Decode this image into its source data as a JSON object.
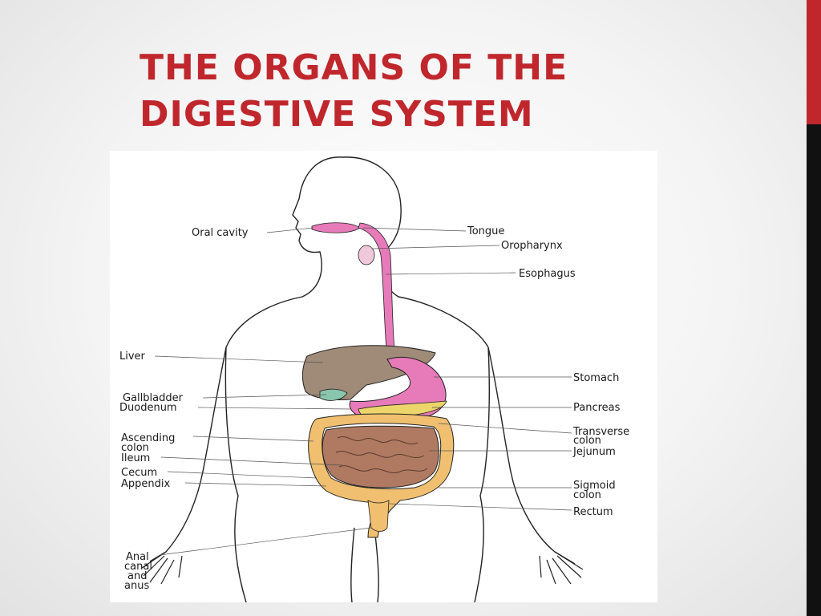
{
  "slide": {
    "title": "THE ORGANS OF THE DIGESTIVE SYSTEM",
    "colors": {
      "accent": "#c0272d",
      "edge_bar": "#111111",
      "background": "#f4f4f4"
    }
  },
  "diagram": {
    "labels": {
      "oral_cavity": "Oral cavity",
      "tongue": "Tongue",
      "oropharynx": "Oropharynx",
      "esophagus": "Esophagus",
      "liver": "Liver",
      "stomach": "Stomach",
      "gallbladder": "Gallbladder",
      "duodenum": "Duodenum",
      "pancreas": "Pancreas",
      "ascending_colon": [
        "Ascending",
        "colon"
      ],
      "transverse_colon": [
        "Transverse",
        "colon"
      ],
      "ileum": "Ileum",
      "jejunum": "Jejunum",
      "cecum": "Cecum",
      "appendix": "Appendix",
      "sigmoid_colon": [
        "Sigmoid",
        "colon"
      ],
      "rectum": "Rectum",
      "anal_canal": [
        "Anal",
        "canal",
        "and",
        "anus"
      ]
    },
    "colors": {
      "esophagus": "#e77ab9",
      "liver": "#a08a78",
      "gallbladder": "#8ac5ad",
      "colon": "#f0c070",
      "small_intestine": "#b07a62",
      "pancreas": "#ecd56a",
      "outline": "#222222"
    }
  }
}
